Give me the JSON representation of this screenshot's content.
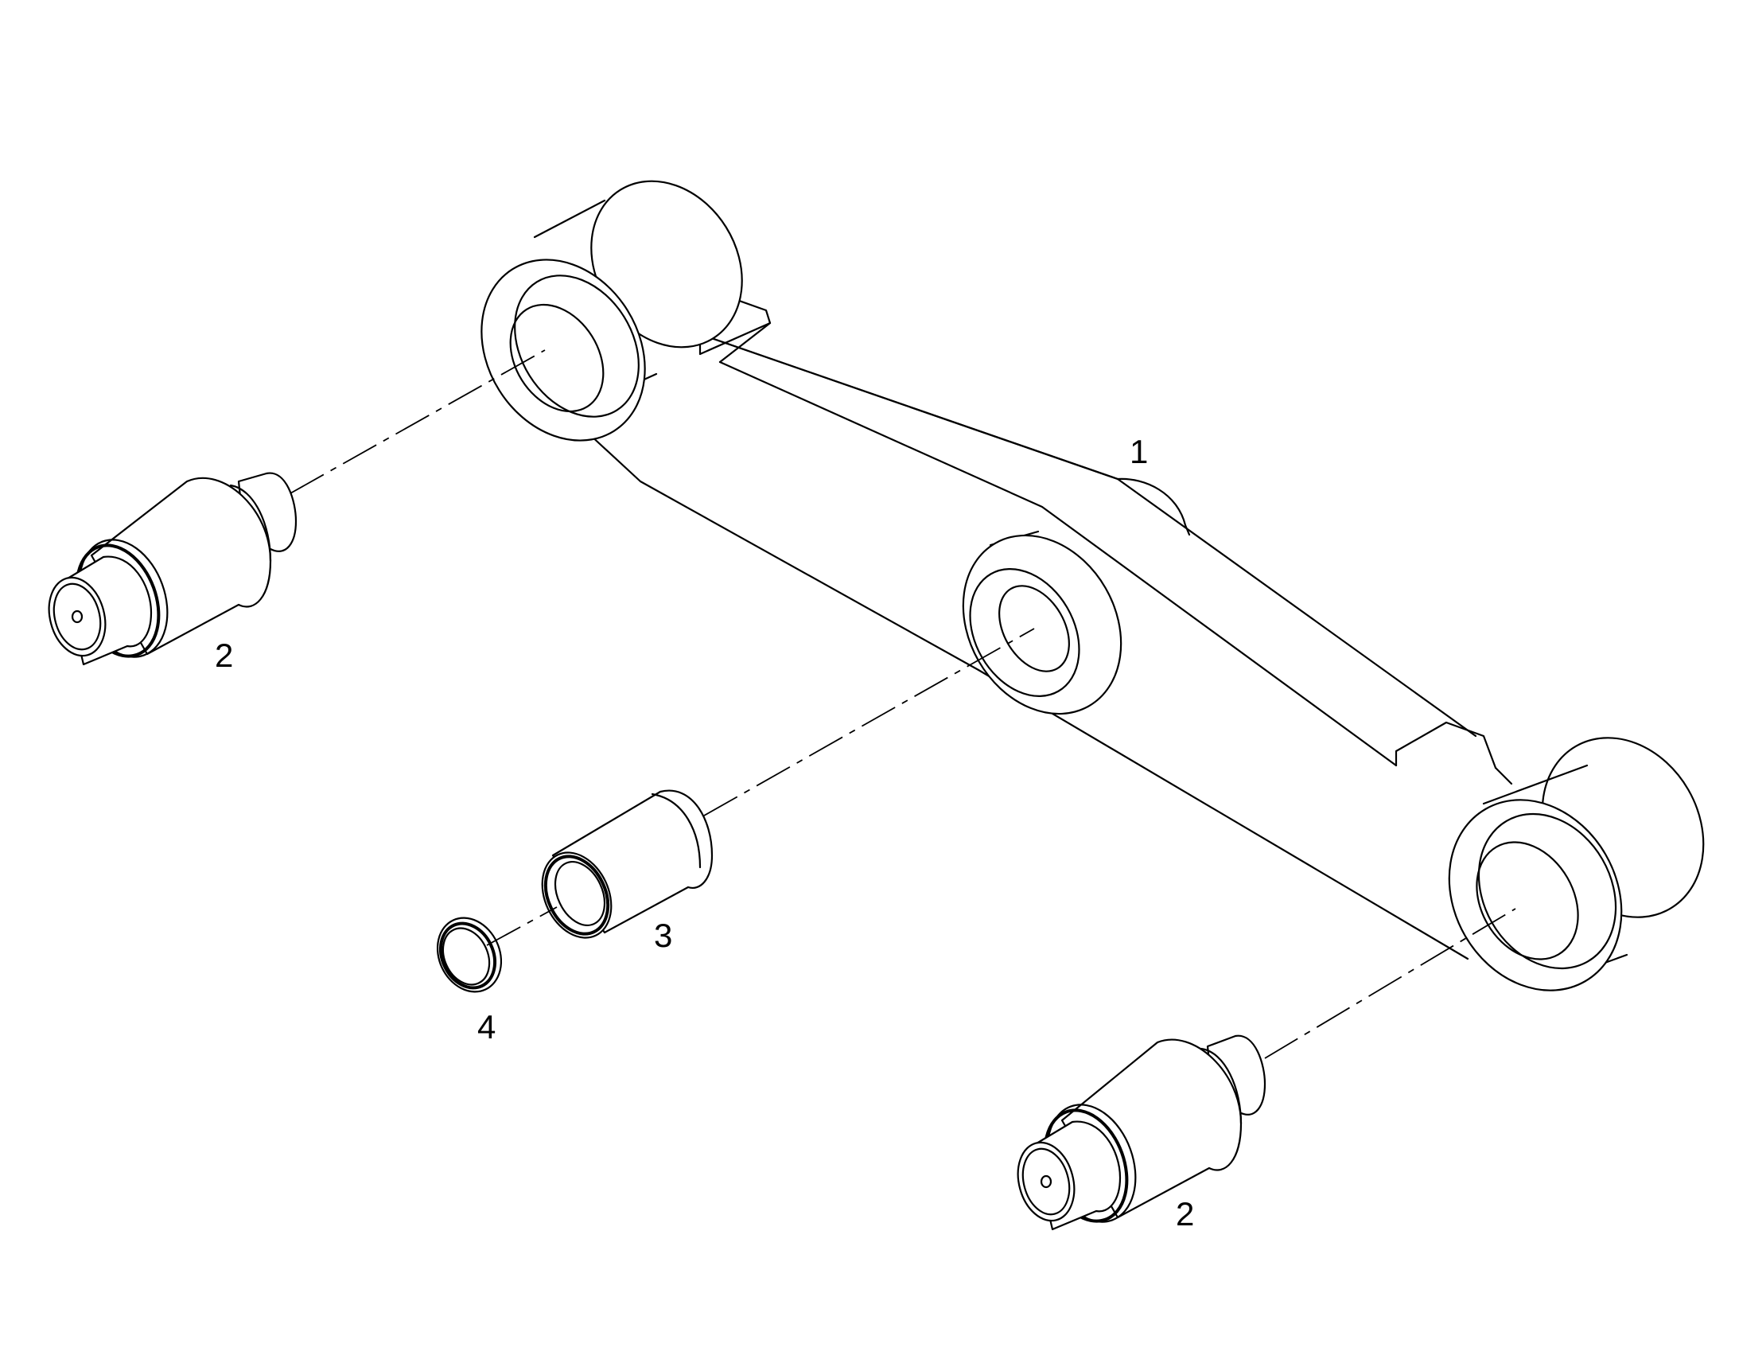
{
  "callouts": {
    "link": "1",
    "pin_left": "2",
    "pin_right": "2",
    "bushing": "3",
    "ring": "4"
  },
  "colors": {
    "line": "#000000",
    "background": "#ffffff"
  }
}
